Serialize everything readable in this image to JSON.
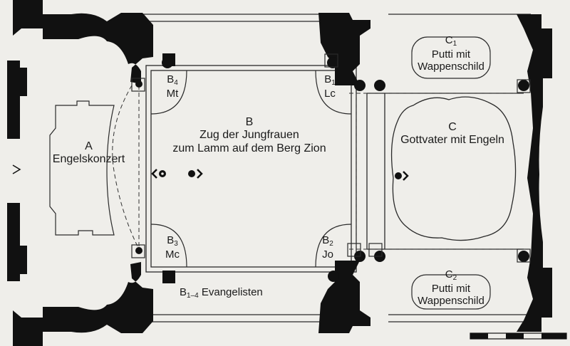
{
  "regions": {
    "A": {
      "letter": "A",
      "title": "Engelskonzert"
    },
    "B": {
      "letter": "B",
      "line1": "Zug der Jungfrauen",
      "line2": "zum Lamm auf dem Berg Zion"
    },
    "C": {
      "letter": "C",
      "title": "Gottvater mit Engeln"
    },
    "C1": {
      "letter": "C",
      "sub": "1",
      "line1": "Putti mit",
      "line2": "Wappenschild"
    },
    "C2": {
      "letter": "C",
      "sub": "2",
      "line1": "Putti mit",
      "line2": "Wappenschild"
    }
  },
  "corners": [
    {
      "id": "B4",
      "letter": "B",
      "sub": "4",
      "abbr": "Mt"
    },
    {
      "id": "B1",
      "letter": "B",
      "sub": "1",
      "abbr": "Lc"
    },
    {
      "id": "B3",
      "letter": "B",
      "sub": "3",
      "abbr": "Mc"
    },
    {
      "id": "B2",
      "letter": "B",
      "sub": "2",
      "abbr": "Jo"
    }
  ],
  "legend": {
    "letter": "B",
    "sub": "1–4",
    "text": " Evangelisten"
  },
  "colors": {
    "ink": "#111111",
    "paper": "#efeeea",
    "line": "#2a2a2a"
  }
}
